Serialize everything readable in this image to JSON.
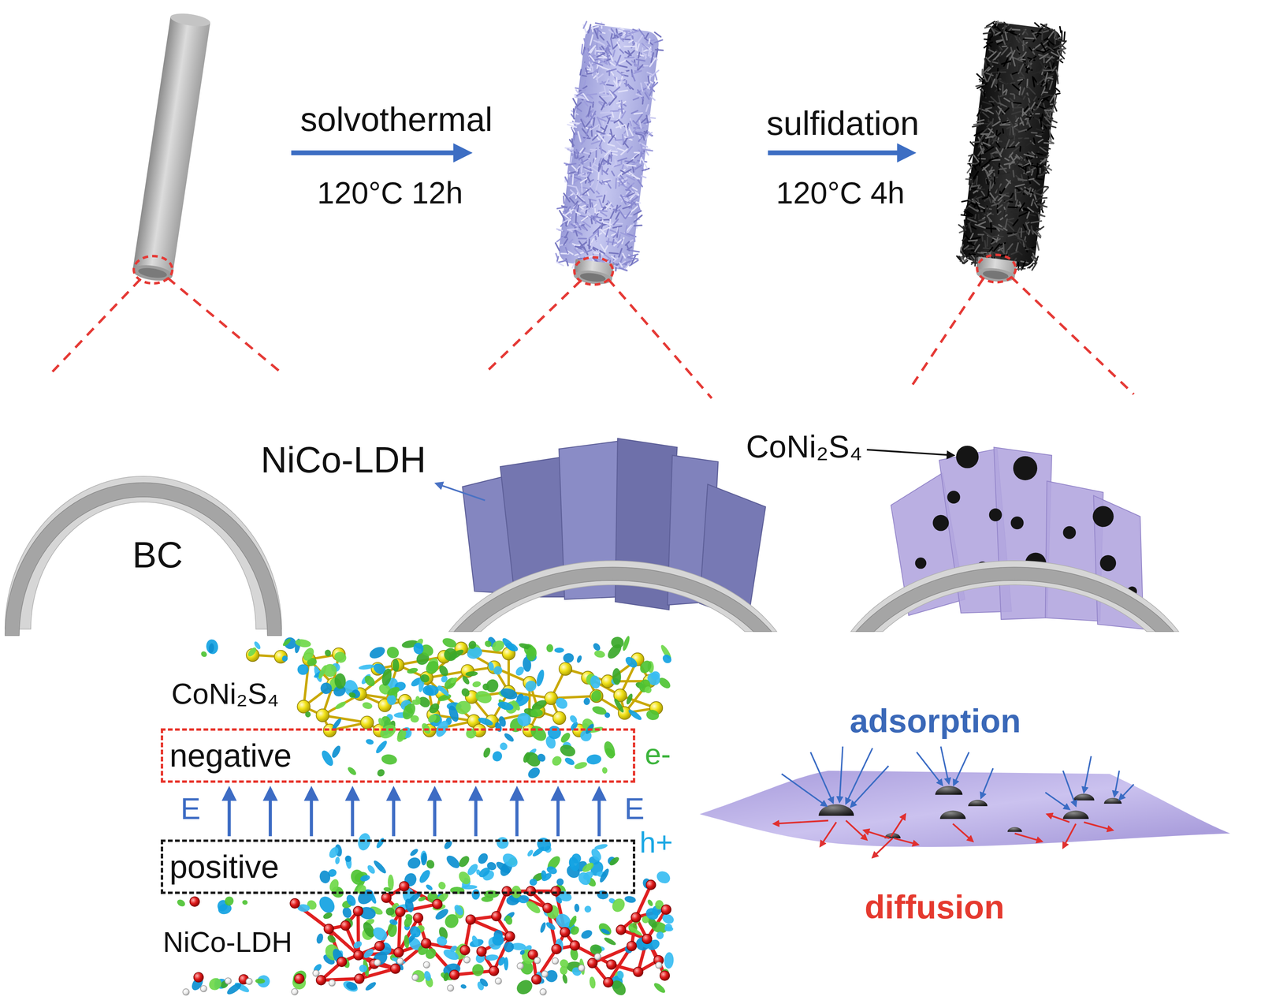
{
  "diagram": {
    "nodes": [
      {
        "text": [
          "negative"
        ]
      },
      {
        "text": [
          "positive"
        ]
      }
    ],
    "edges": [
      {
        "from": 1,
        "to": 0,
        "arrow": "to"
      },
      {
        "from": 1,
        "to": 0,
        "arrow": "to"
      },
      {
        "from": 1,
        "to": 0,
        "arrow": "to"
      },
      {
        "from": 1,
        "to": 0,
        "arrow": "to"
      },
      {
        "from": 1,
        "to": 0,
        "arrow": "to"
      },
      {
        "from": 1,
        "to": 0,
        "arrow": "to"
      },
      {
        "from": 1,
        "to": 0,
        "arrow": "to"
      },
      {
        "from": 1,
        "to": 0,
        "arrow": "to"
      },
      {
        "from": 1,
        "to": 0,
        "arrow": "to"
      },
      {
        "from": 1,
        "to": 0,
        "arrow": "to"
      }
    ],
    "labels": [
      "solvothermal",
      "120°C 12h",
      "sulfidation",
      "120°C 4h",
      "CoNi₂S₄",
      "NiCo-LDH",
      "BC",
      "CoNi₂S₄",
      "e-",
      "E",
      "E",
      "h+",
      "NiCo-LDH",
      "adsorption",
      "diffusion"
    ]
  }
}
